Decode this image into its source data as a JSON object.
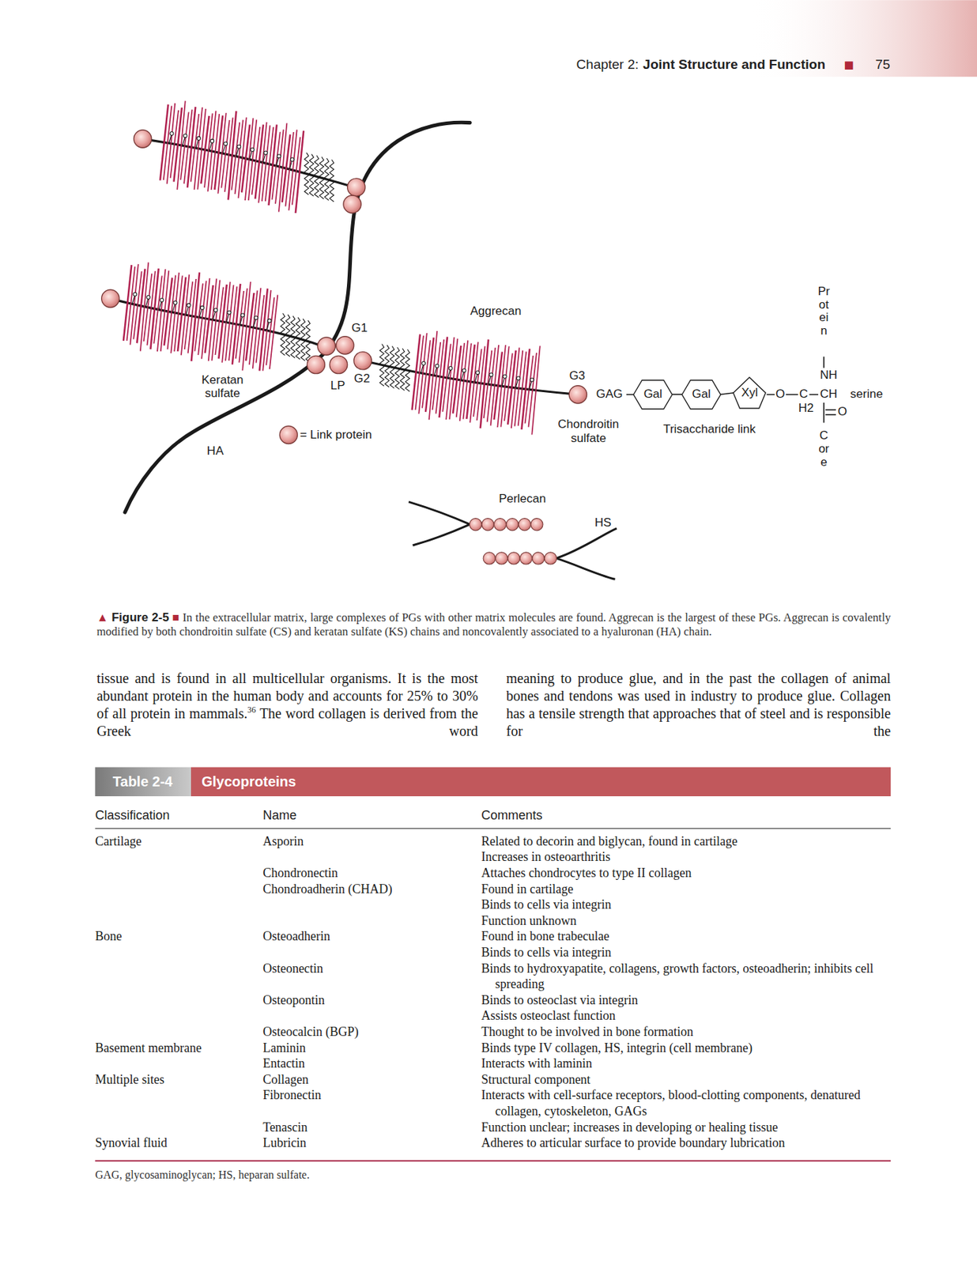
{
  "diagram": {
    "caption": "In the extracellular matrix, large complexes of PGs with other matrix molecules are found. Aggrecan is the largest of these PGs. Aggrecan is covalently modified by both chondroitin sulfate (CS) and keratan sulfate (KS) chains and noncovalently associated to a hyaluronan (HA) chain.",
    "nodes": [
      {
        "text": [
          "Gal"
        ]
      },
      {
        "text": [
          "Gal"
        ]
      },
      {
        "text": [
          "Xyl"
        ]
      }
    ],
    "edges": [
      {
        "from": 0,
        "to": 1,
        "arrow": "none"
      },
      {
        "from": 1,
        "to": 2,
        "arrow": "none"
      }
    ],
    "labels": [
      "Chapter 2:",
      "Joint Structure and Function",
      "■",
      "75",
      "Aggrecan",
      "G1",
      "LP",
      "G2",
      "G3",
      "Keratan sulfate",
      "HA",
      "Chondroitin sulfate",
      "GAG",
      "Trisaccharide link",
      "Protein",
      "NH",
      "O",
      "C",
      "CH",
      "serine",
      "H2",
      "O",
      "Core",
      "Perlecan",
      "HS",
      "tissue and is found in all multicellular organisms. It is the most abundant protein in the human body and accounts for 25% to 30% of all protein in mammals.",
      "36",
      "The word collagen is derived from the Greek word",
      "meaning to produce glue, and in the past the collagen of animal bones and tendons was used in industry to produce glue. Collagen has a tensile strength that approaches that of steel and is responsible for the",
      "Table 2-4",
      "Glycoproteins",
      "Classification",
      "Name",
      "Comments",
      "Cartilage",
      "Asporin",
      "Related to decorin and biglycan, found in cartilage",
      "Increases in osteoarthritis",
      "Chondronectin",
      "Attaches chondrocytes to type II collagen",
      "Chondroadherin (CHAD)",
      "Found in cartilage",
      "Binds to cells via integrin",
      "Function unknown",
      "Bone",
      "Osteoadherin",
      "Found in bone trabeculae",
      "Binds to cells via integrin",
      "Osteonectin",
      "Binds to hydroxyapatite, collagens, growth factors, osteoadherin; inhibits cell spreading",
      "Osteopontin",
      "Binds to osteoclast via integrin",
      "Assists osteoclast function",
      "Osteocalcin (BGP)",
      "Thought to be involved in bone formation",
      "Basement membrane",
      "Laminin",
      "Binds type IV collagen, HS, integrin (cell membrane)",
      "Entactin",
      "Interacts with laminin",
      "Multiple sites",
      "Collagen",
      "Structural component",
      "Fibronectin",
      "Interacts with cell-surface receptors, blood-clotting components, denatured collagen, cytoskeleton, GAGs",
      "Tenascin",
      "Function unclear; increases in developing or healing tissue",
      "Synovial fluid",
      "Lubricin",
      "Adheres to articular surface to provide boundary lubrication",
      "GAG, glycosaminoglycan; HS, heparan sulfate.",
      "▲",
      "Figure 2-5",
      "■"
    ],
    "legend": [
      {
        "text": "= Link protein"
      }
    ]
  }
}
